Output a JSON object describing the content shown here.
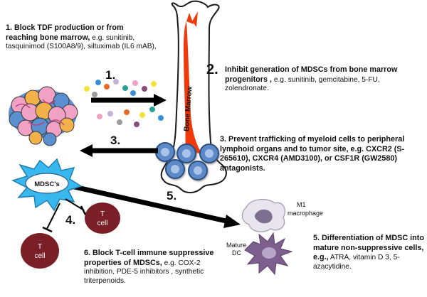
{
  "steps": {
    "s1": {
      "bold": "1. Block TDF production or from reaching bone marrow,",
      "rest": " e.g. sunitinib, tasquinimod (S100A8/9), siltuximab (IL6 mAB),"
    },
    "s2": {
      "number": "2.",
      "bold": "Inhibit generation of MDSCs from bone marrow progenitors ,",
      "rest": " e.g. sunitinib, gemcitabine, 5-FU, zolendronate."
    },
    "s3": {
      "bold": "3. Prevent trafficking of myeloid cells to peripheral lymphoid organs and to tumor site, e.g. CXCR2 (S-265610), CXCR4 (AMD3100), or CSF1R (GW2580) antagonists.",
      "rest": ""
    },
    "s5": {
      "bold": "5. Differentiation of MDSC into mature non-suppressive cells, e.g.,",
      "rest": " ATRA, vitamin D 3, 5-azacytidine."
    },
    "s6": {
      "bold": "6. Block T-cell immune suppressive properties of MDSCs,",
      "rest": " e.g. COX-2 inhibition, PDE-5 inhibitors , synthetic triterpenoids."
    }
  },
  "arrow_labels": {
    "a1": "1.",
    "a3": "3.",
    "a4": "4.",
    "a5": "5."
  },
  "labels": {
    "bone_marrow": "Bone Marrow",
    "mdsc": "MDSC's",
    "tcell_a": "T\ncell",
    "tcell_b": "T\ncell",
    "m1": "M1\nmacrophage",
    "mature_dc": "Mature\nDC"
  },
  "colors": {
    "marrow_red": "#f03a0c",
    "mdsc_blue": "#39b8ef",
    "tcell_maroon": "#7a1f27",
    "arrow_black": "#000000",
    "cell_blue": "#4f81bd",
    "dc_purple": "#7d5f8e",
    "tumor_blue": "#5a8fd0",
    "tumor_pink": "#f0a1c4",
    "tumor_orange": "#f3b14a"
  }
}
